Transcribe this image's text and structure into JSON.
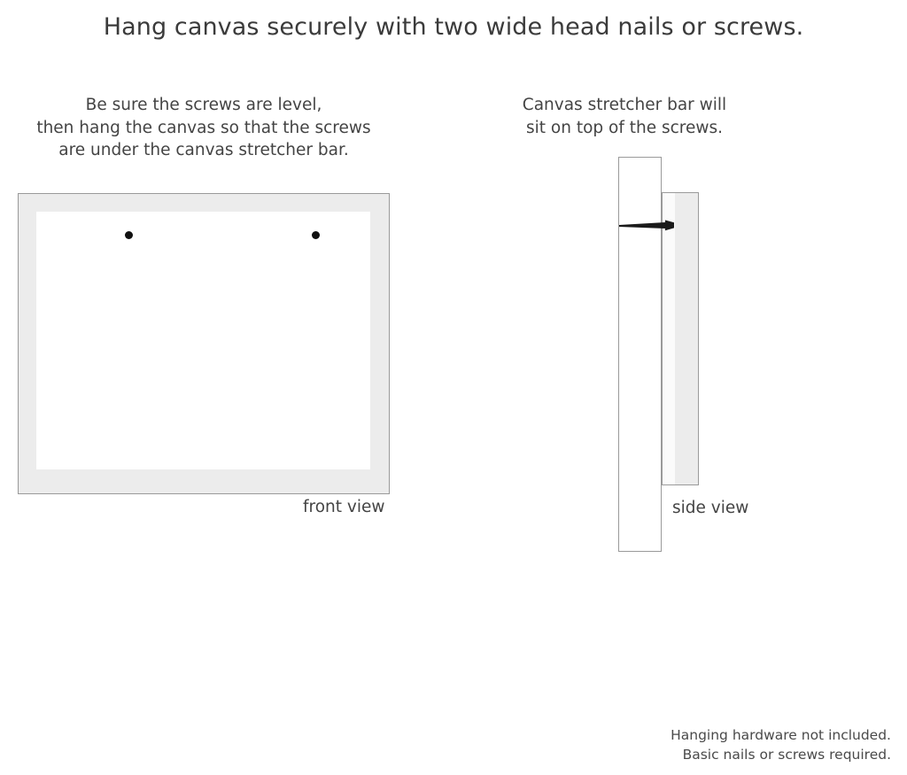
{
  "headline": "Hang canvas securely with two wide head nails or screws.",
  "front_panel": {
    "caption_lines": [
      "Be sure the screws are level,",
      "then hang the canvas so that the screws",
      "are under the canvas stretcher bar."
    ],
    "view_label": "front view",
    "screw_count": 2,
    "frame_color": "#ececec",
    "frame_border_color": "#9a9a9a",
    "face_color": "#ffffff",
    "screw_color": "#111111"
  },
  "side_panel": {
    "caption_lines": [
      "Canvas stretcher bar will",
      "sit on top of the screws."
    ],
    "view_label": "side view",
    "wall_color": "#ffffff",
    "bar_color": "#ececec",
    "bar_border_color": "#9a9a9a",
    "nail_color": "#1a1a1a",
    "nail_name": "wide-head-nail"
  },
  "footer": {
    "line1": "Hanging hardware not included.",
    "line2": "Basic nails or screws required."
  }
}
